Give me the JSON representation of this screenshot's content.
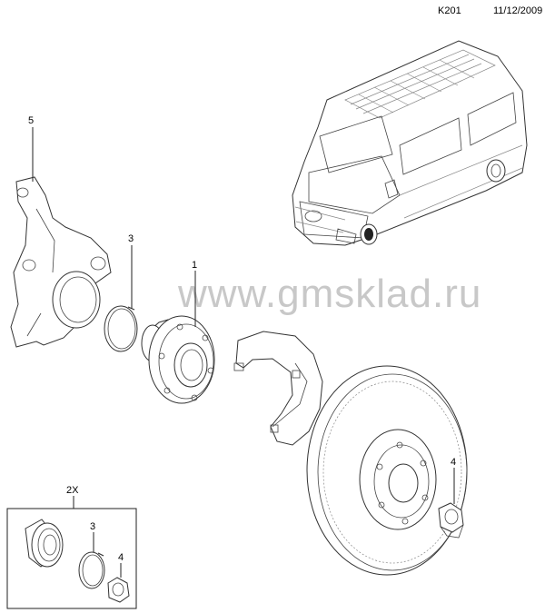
{
  "header": {
    "code": "K201",
    "date": "11/12/2009"
  },
  "watermark": "www.gmsklad.ru",
  "callouts": {
    "knuckle": "5",
    "snap_ring": "3",
    "hub": "1",
    "nut": "4",
    "kit_qty": "2X",
    "kit_snap_ring": "3",
    "kit_nut": "4"
  }
}
